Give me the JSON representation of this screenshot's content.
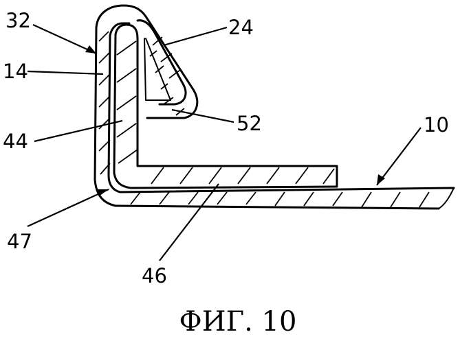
{
  "figure": {
    "caption": "ФИГ. 10",
    "labels": {
      "l32": "32",
      "l24": "24",
      "l14": "14",
      "l52": "52",
      "l44": "44",
      "l10": "10",
      "l47": "47",
      "l46": "46"
    }
  }
}
